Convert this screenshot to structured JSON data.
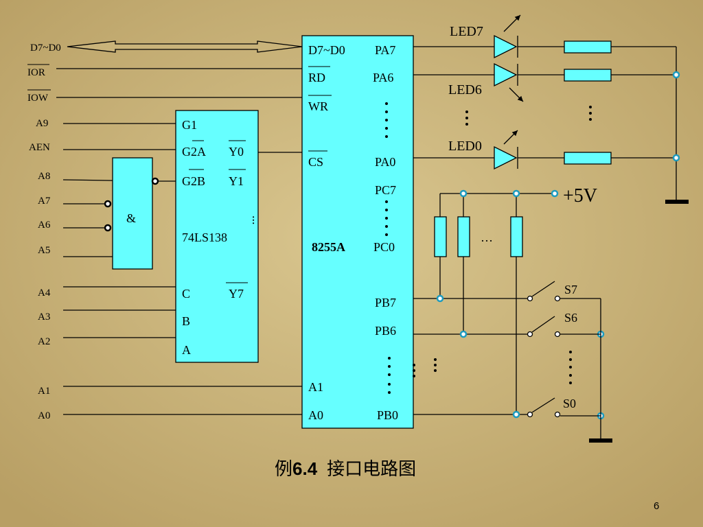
{
  "bus": {
    "data_label": "D7~D0",
    "ior": "IOR",
    "iow": "IOW"
  },
  "addr": {
    "a9": "A9",
    "aen": "AEN",
    "a8": "A8",
    "a7": "A7",
    "a6": "A6",
    "a5": "A5",
    "a4": "A4",
    "a3": "A3",
    "a2": "A2",
    "a1": "A1",
    "a0": "A0"
  },
  "and_gate": {
    "symbol": "&"
  },
  "decoder": {
    "g1": "G1",
    "g2a": "G2A",
    "g2b": "G2B",
    "y0": "Y0",
    "y1": "Y1",
    "name": "74LS138",
    "c": "C",
    "b": "B",
    "a": "A",
    "y7": "Y7"
  },
  "ppi": {
    "d": "D7~D0",
    "rd": "RD",
    "wr": "WR",
    "cs": "CS",
    "a1": "A1",
    "a0": "A0",
    "name": "8255A",
    "pa7": "PA7",
    "pa6": "PA6",
    "pa0": "PA0",
    "pc7": "PC7",
    "pc0": "PC0",
    "pb7": "PB7",
    "pb6": "PB6",
    "pb0": "PB0"
  },
  "leds": {
    "led7": "LED7",
    "led6": "LED6",
    "led0": "LED0"
  },
  "power": {
    "vcc": "+5V"
  },
  "switches": {
    "s7": "S7",
    "s6": "S6",
    "s0": "S0"
  },
  "ellipsis": "…",
  "caption": {
    "prefix": "例",
    "number": "6.4",
    "text": "接口电路图"
  },
  "page_number": "6",
  "colors": {
    "background": "#c9b37a",
    "block_fill": "#66ffff",
    "node": "#1d9bbf"
  }
}
